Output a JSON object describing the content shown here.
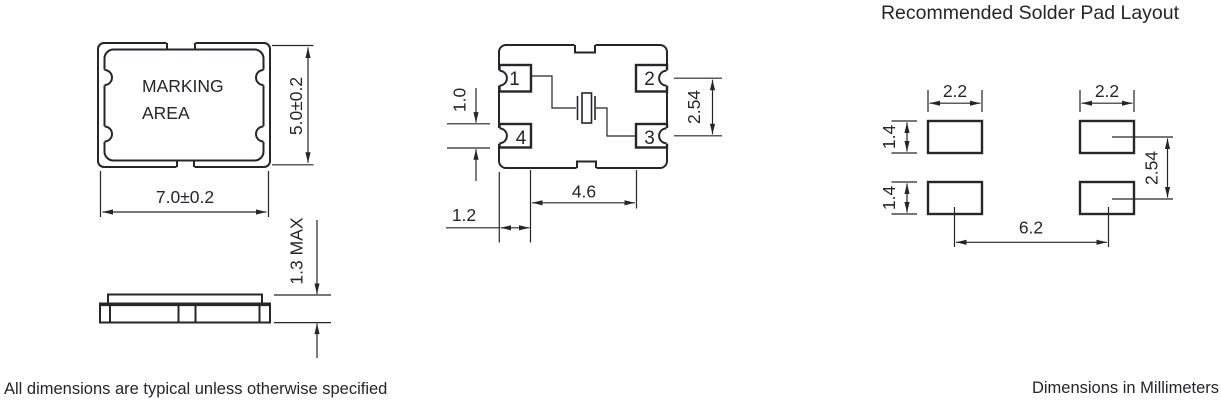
{
  "top_view": {
    "marking_line1": "MARKING",
    "marking_line2": "AREA",
    "width_dim": "7.0±0.2",
    "height_dim": "5.0±0.2"
  },
  "side_view": {
    "thickness_dim": "1.3 MAX"
  },
  "bottom_view": {
    "pin1": "1",
    "pin2": "2",
    "pin3": "3",
    "pin4": "4",
    "pad_height_dim": "1.0",
    "pad_pitch_dim": "2.54",
    "pad_span_dim": "4.6",
    "pad_inset_dim": "1.2"
  },
  "solder_layout": {
    "title": "Recommended Solder Pad Layout",
    "pad_width_left_dim": "2.2",
    "pad_width_right_dim": "2.2",
    "pad_height_top_dim": "1.4",
    "pad_height_bottom_dim": "1.4",
    "row_pitch_dim": "2.54",
    "col_span_dim": "6.2"
  },
  "notes": {
    "left": "All dimensions are typical unless otherwise specified",
    "right": "Dimensions in Millimeters"
  },
  "colors": {
    "ink": "#26262a",
    "background": "#ffffff"
  }
}
